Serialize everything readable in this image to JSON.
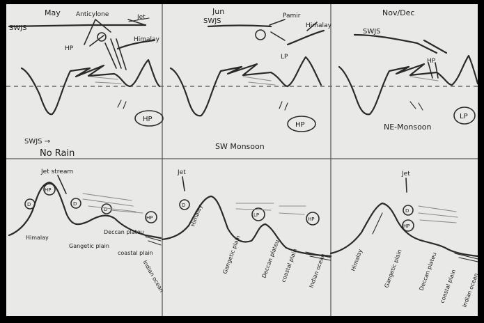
{
  "panels": [
    {
      "month": "May",
      "upper_labels": [
        "SWJS",
        "Anticylone",
        "Jet",
        "Himalay",
        "HP"
      ],
      "pressure_label": "HP",
      "caption_left": "SWJS →",
      "caption_main": "No Rain",
      "lower_labels": {
        "jet": "Jet stream",
        "cells": [
          "D",
          "HP",
          "D",
          "D",
          "HP"
        ],
        "relief": [
          "Himalay",
          "Gangetic plain",
          "Deccan plateu",
          "coastal plain",
          "Indian ocean"
        ]
      }
    },
    {
      "month": "Jun",
      "upper_labels": [
        "SWJS",
        "Pamir",
        "Himalay",
        "LP"
      ],
      "pressure_label": "HP",
      "caption_main": "SW Monsoon",
      "lower_labels": {
        "jet": "Jet",
        "cells": [
          "D",
          "LP",
          "HP"
        ],
        "relief": [
          "Himalay",
          "Gangetic plain",
          "Deccan plateu",
          "coastal plain",
          "Indian ocean"
        ]
      }
    },
    {
      "month": "Nov/Dec",
      "upper_labels": [
        "SWJS",
        "HP"
      ],
      "pressure_label": "LP",
      "caption_main": "NE-Monsoon",
      "lower_labels": {
        "jet": "Jet",
        "cells": [
          "D",
          "HP"
        ],
        "relief": [
          "Himalay",
          "Gangetic plain",
          "Deccan plateu",
          "coastal plain",
          "Indian ocean"
        ]
      }
    }
  ]
}
